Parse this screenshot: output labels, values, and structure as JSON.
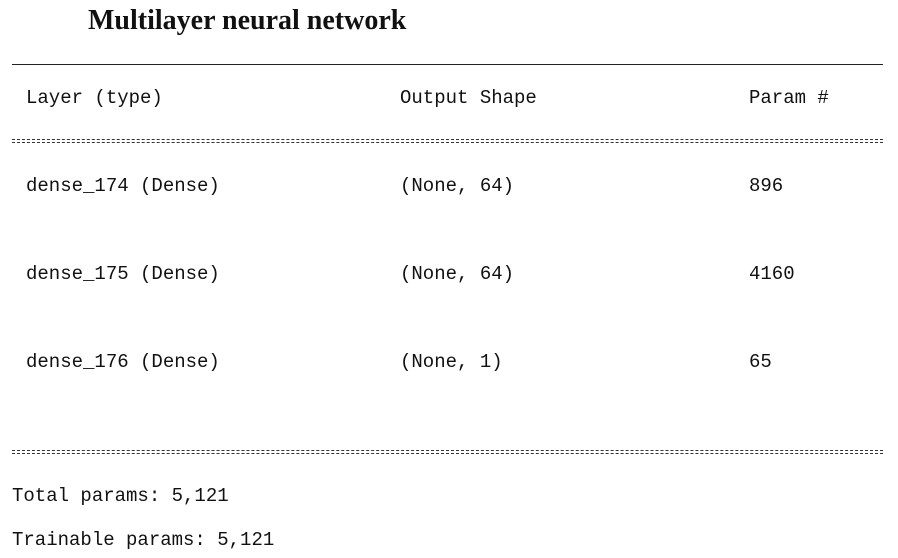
{
  "title": "Multilayer neural network",
  "header": {
    "layer": "Layer (type)",
    "output_shape": "Output Shape",
    "param": "Param #"
  },
  "rows": [
    {
      "layer": "dense_174 (Dense)",
      "shape": "(None, 64)",
      "params": "896"
    },
    {
      "layer": "dense_175 (Dense)",
      "shape": "(None, 64)",
      "params": "4160"
    },
    {
      "layer": "dense_176 (Dense)",
      "shape": "(None, 1)",
      "params": "65"
    }
  ],
  "totals": {
    "total": "Total params: 5,121",
    "trainable": "Trainable params: 5,121"
  }
}
